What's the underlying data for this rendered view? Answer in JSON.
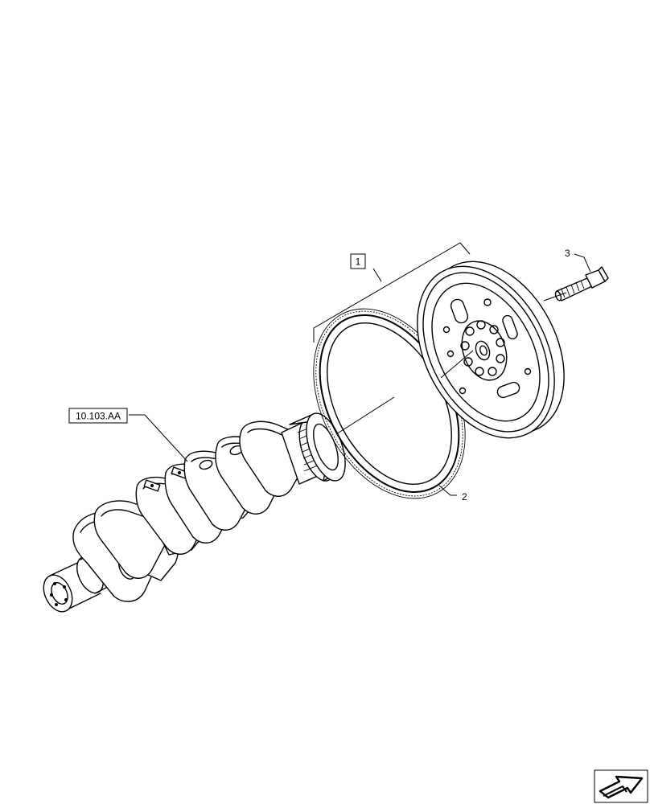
{
  "callouts": {
    "assembly_ref": "1",
    "ring_gear": "2",
    "bolt": "3",
    "crankshaft_ref": "10.103.AA"
  },
  "nav_icon": "next-page-arrow-icon"
}
